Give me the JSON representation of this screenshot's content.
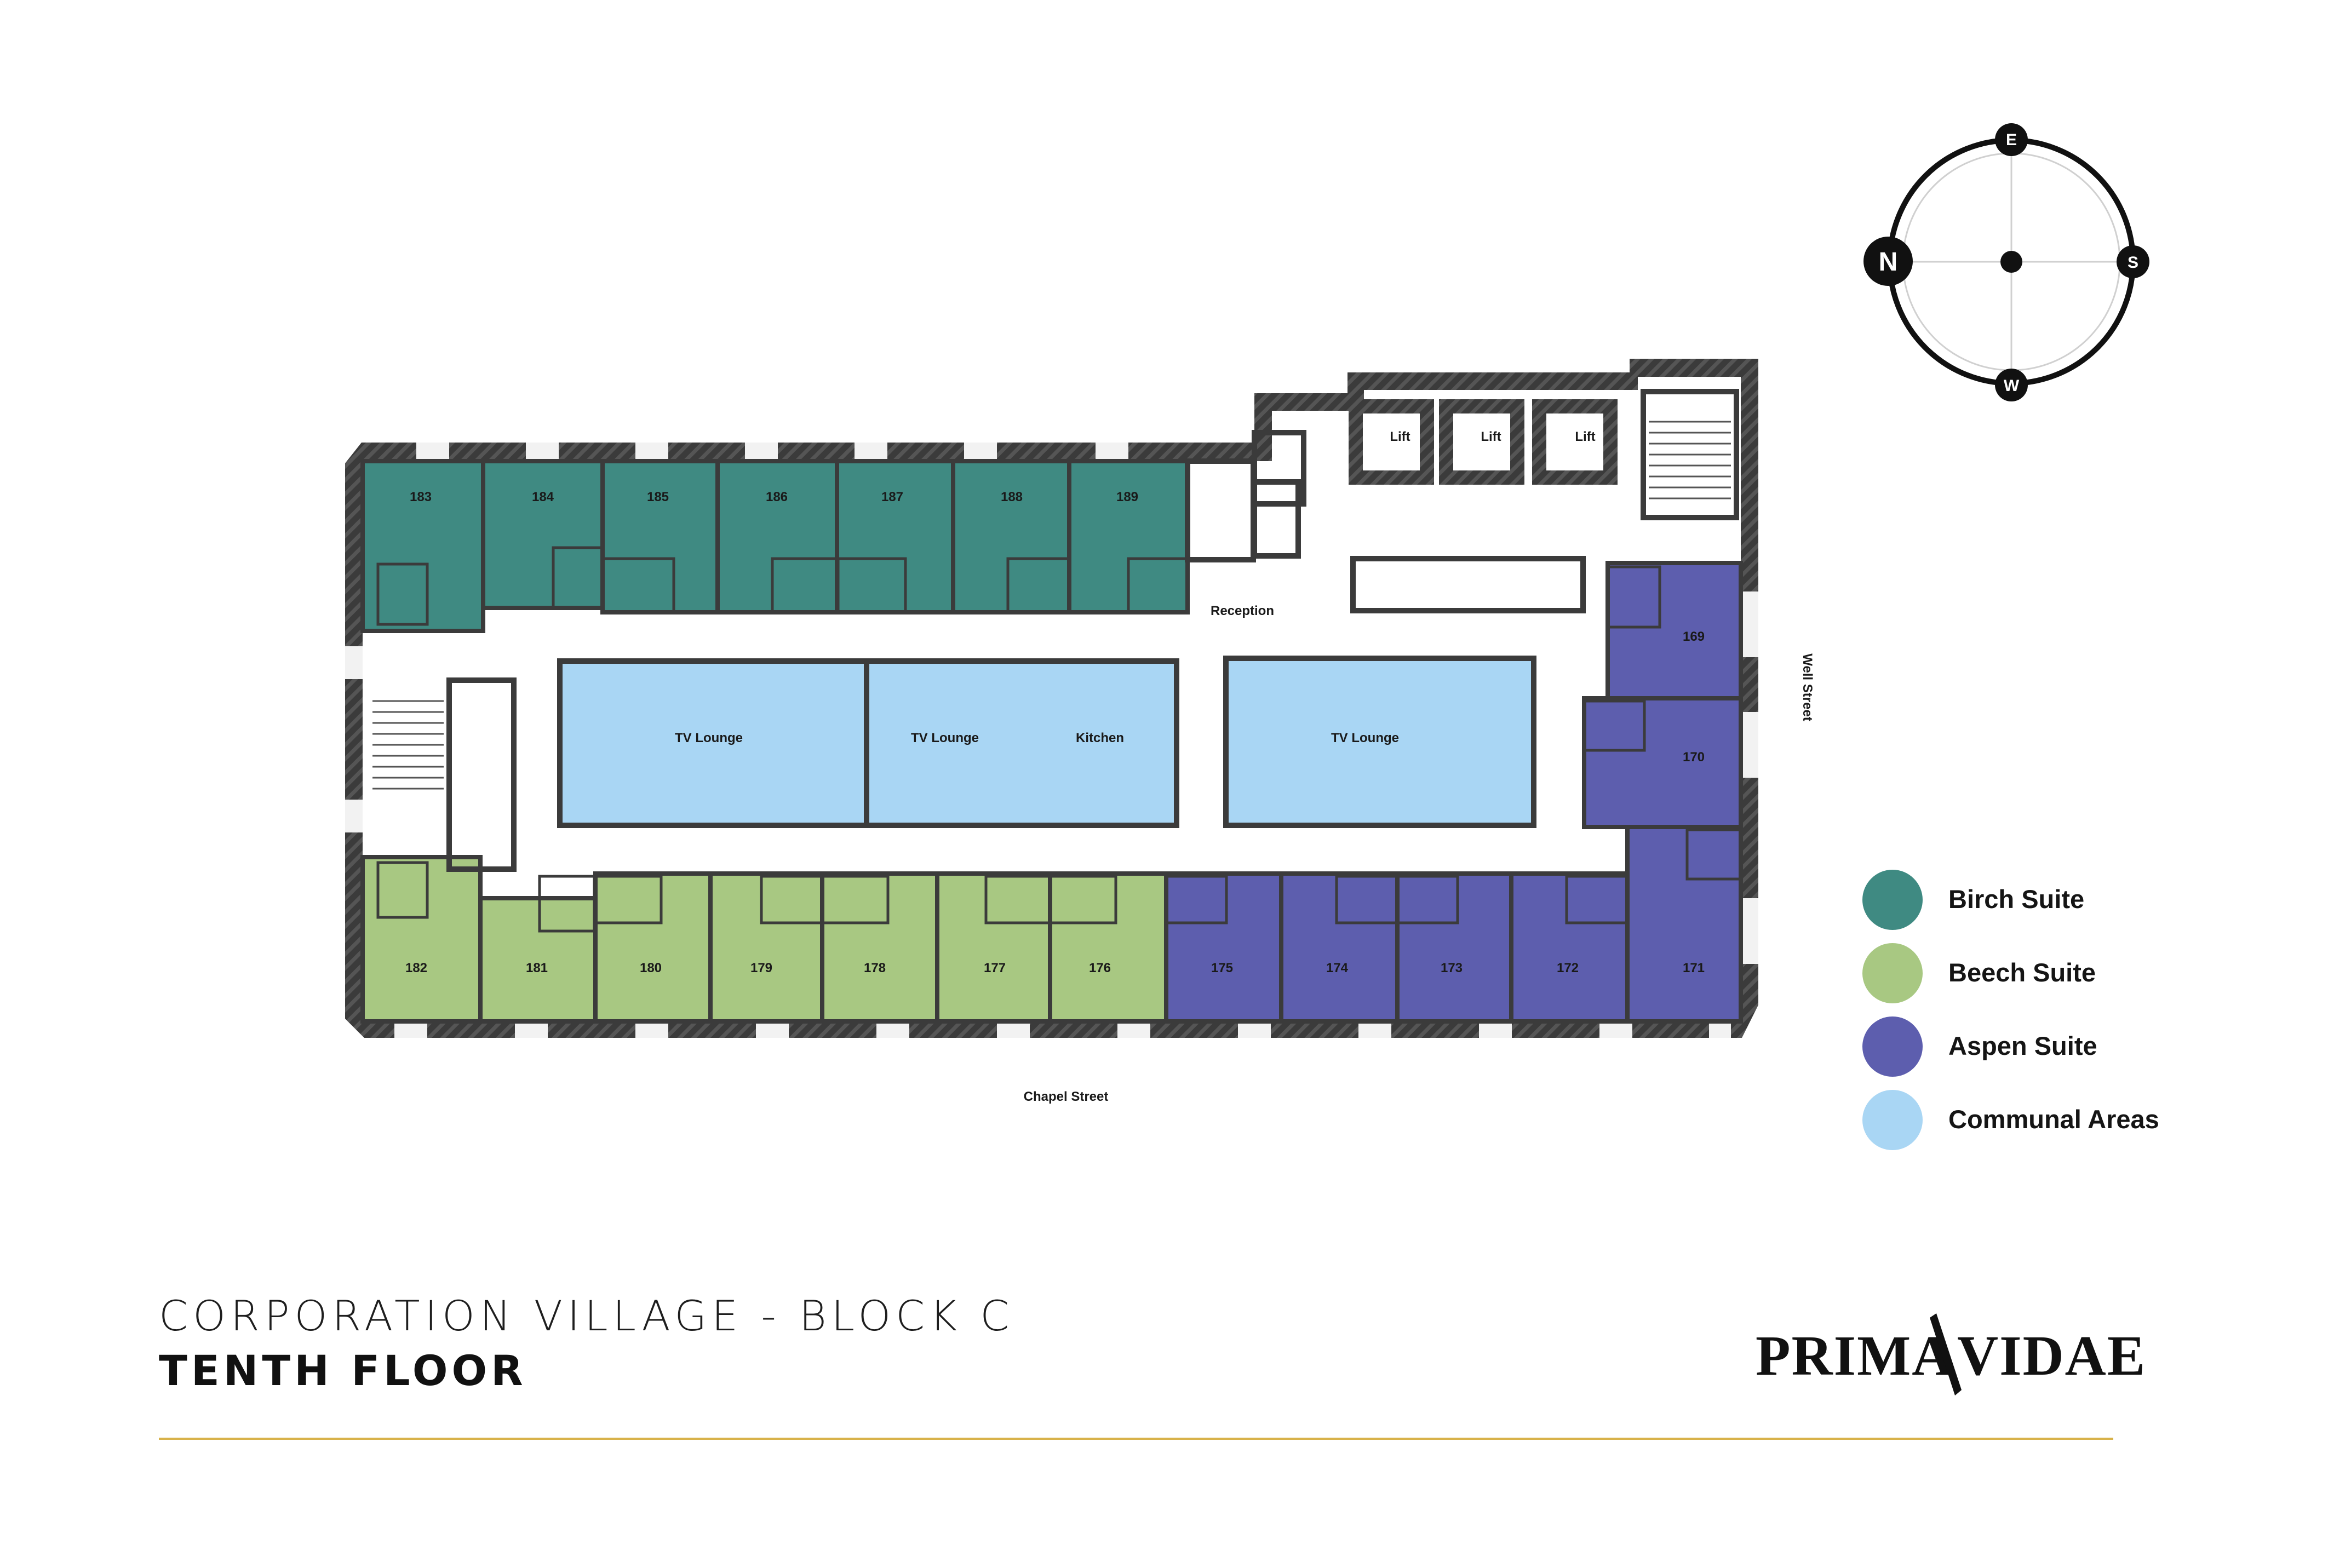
{
  "title": {
    "line1": "CORPORATION VILLAGE - BLOCK C",
    "line2": "TENTH FLOOR"
  },
  "logo": {
    "left": "PRIMA",
    "right": "VIDAE"
  },
  "compass": {
    "top": "E",
    "left": "N",
    "right": "S",
    "bottom": "W"
  },
  "streets": {
    "south": "Chapel Street",
    "east": "Well Street"
  },
  "legend": [
    {
      "label": "Birch Suite",
      "color": "#3f8a82"
    },
    {
      "label": "Beech Suite",
      "color": "#a8c882"
    },
    {
      "label": "Aspen Suite",
      "color": "#5d5eae"
    },
    {
      "label": "Communal Areas",
      "color": "#a9d6f4"
    }
  ],
  "colors": {
    "birch": "#3f8a82",
    "beech": "#a8c882",
    "aspen": "#5d5eae",
    "communal": "#a9d6f4",
    "wall": "#3b3b3b",
    "accent_rule": "#d8b24a"
  },
  "rooms": {
    "birch": [
      "183",
      "184",
      "185",
      "186",
      "187",
      "188",
      "189"
    ],
    "beech": [
      "182",
      "181",
      "180",
      "179",
      "178",
      "177",
      "176"
    ],
    "aspen_south": [
      "175",
      "174",
      "173",
      "172",
      "171"
    ],
    "aspen_east": [
      "169",
      "170"
    ]
  },
  "communal": {
    "lounge1": "TV Lounge",
    "lounge2": "TV Lounge",
    "kitchen": "Kitchen",
    "lounge3": "TV Lounge"
  },
  "labels": {
    "reception": "Reception",
    "lift": "Lift"
  }
}
